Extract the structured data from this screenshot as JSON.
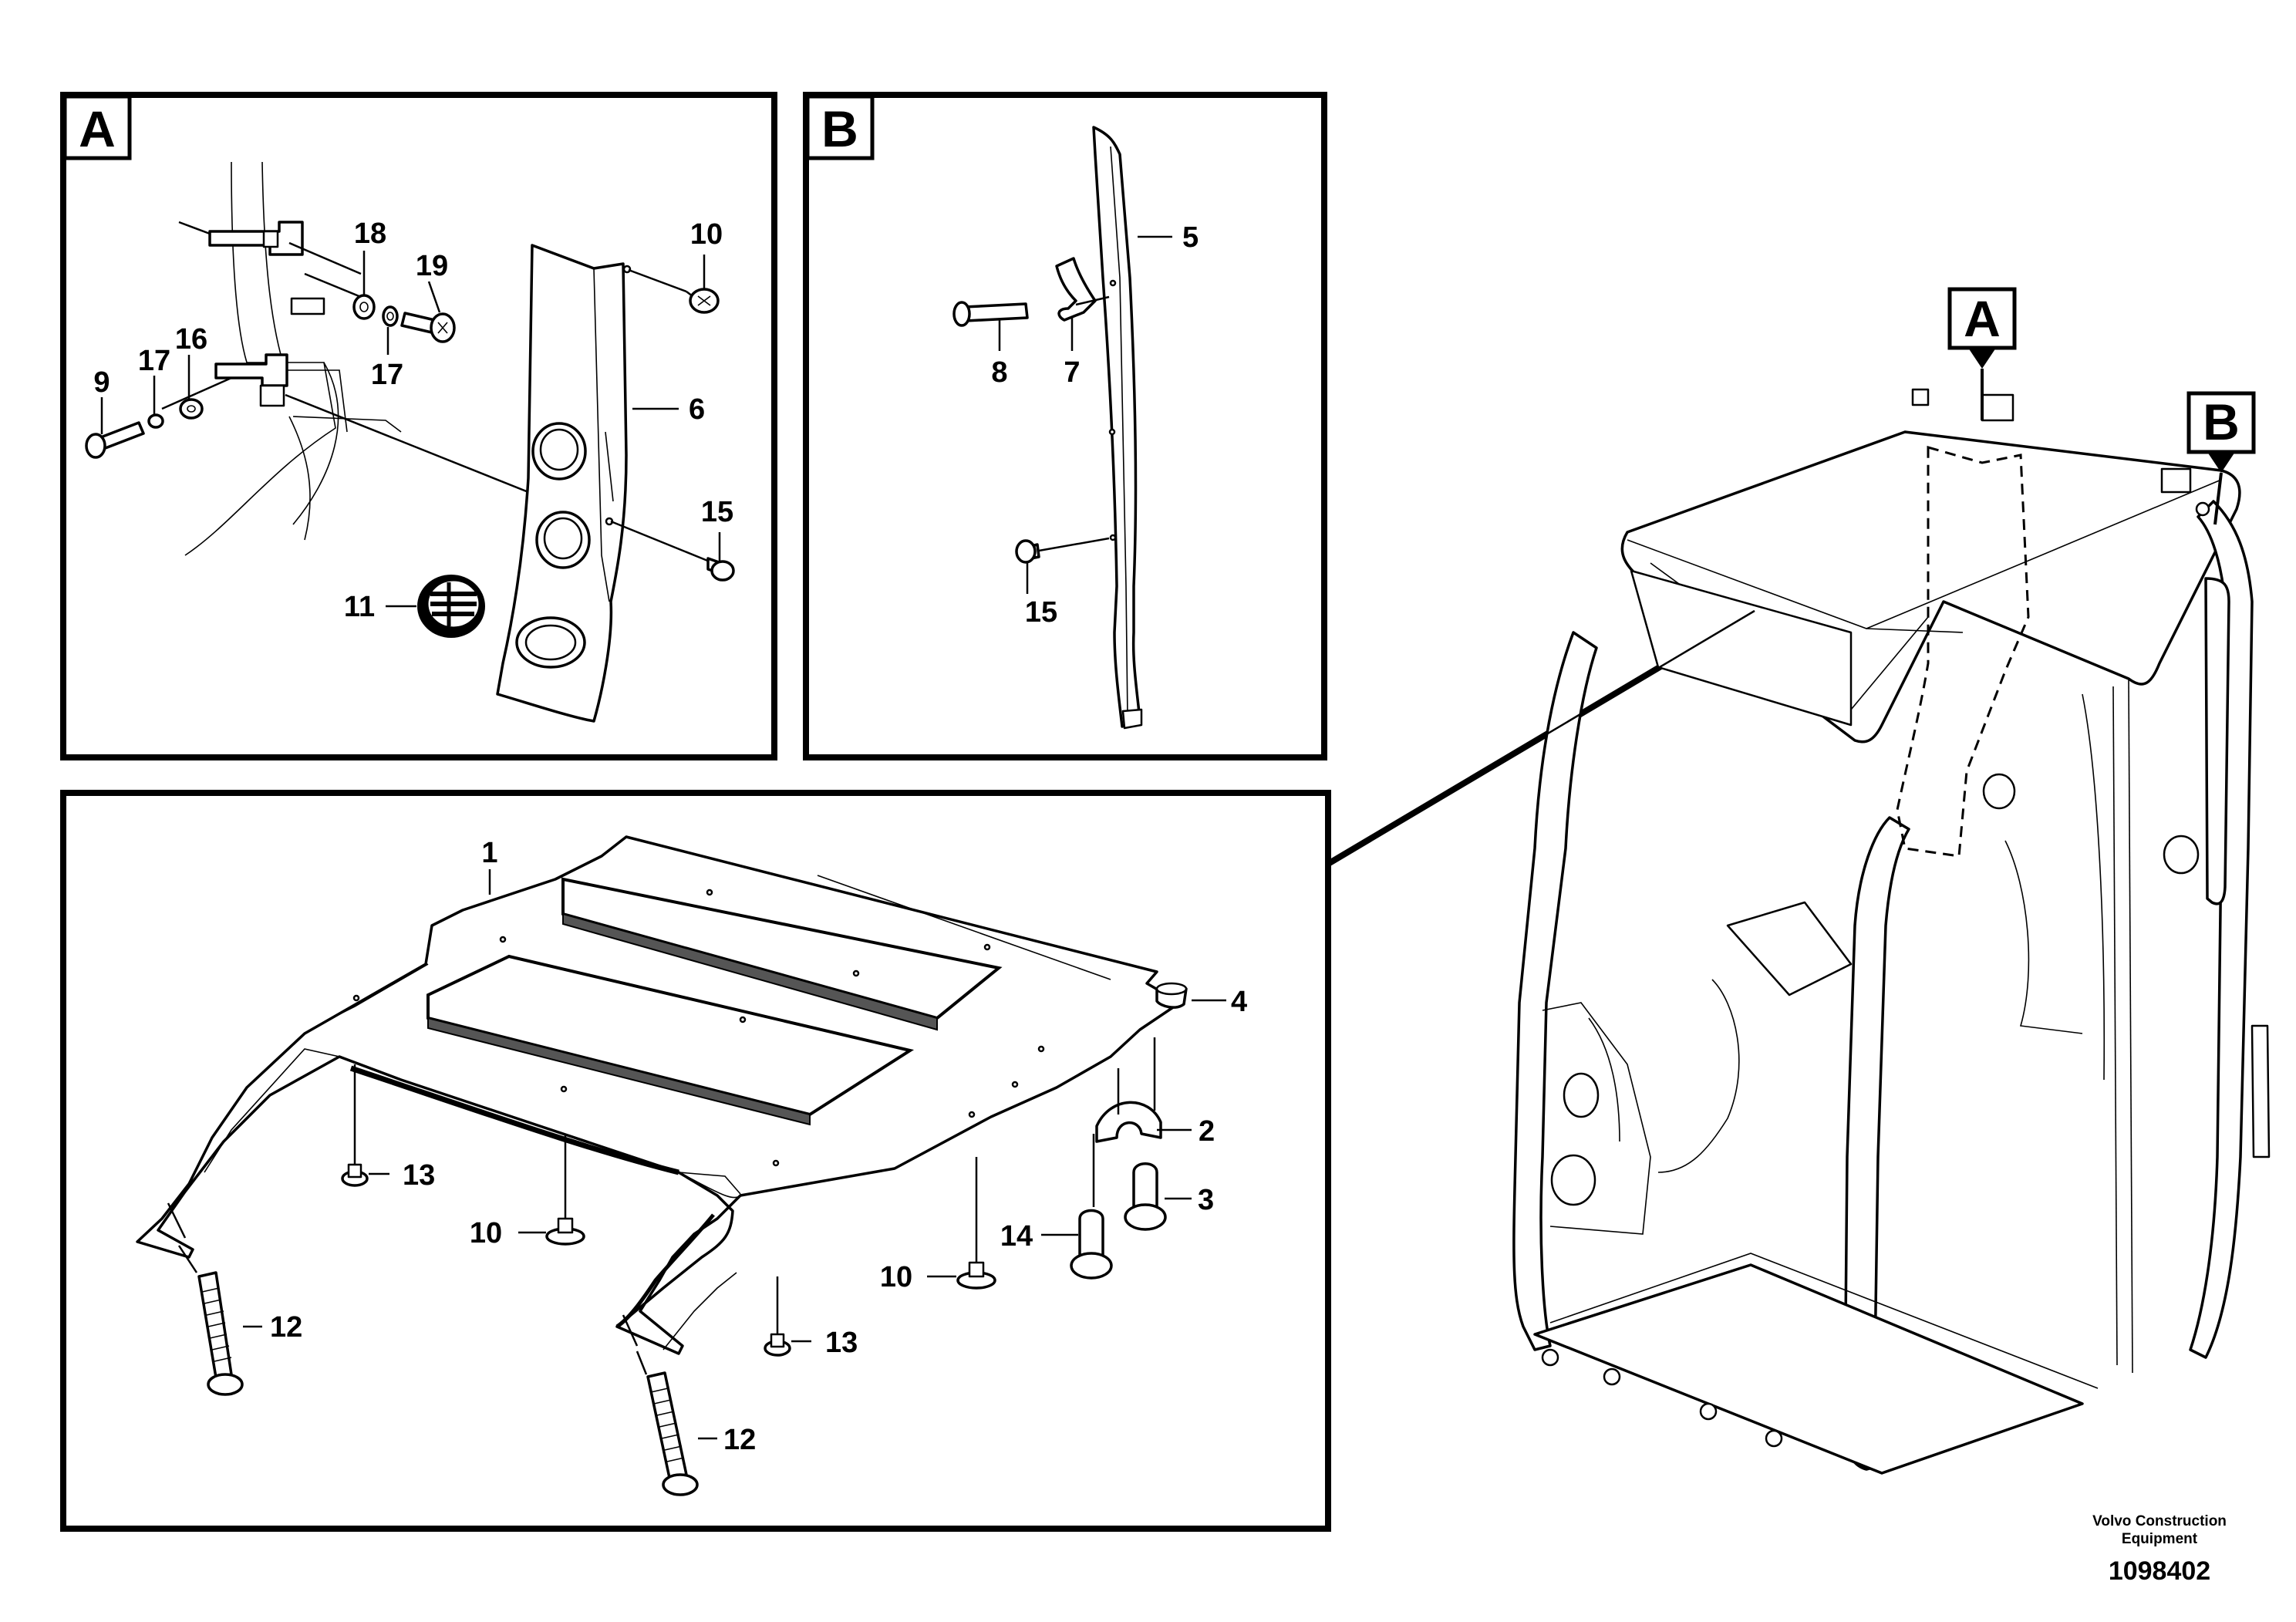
{
  "detail_a": {
    "badge": "A"
  },
  "detail_b": {
    "badge": "B"
  },
  "cab_markers": {
    "a": "A",
    "b": "B"
  },
  "callouts": {
    "a_18": "18",
    "a_19": "19",
    "a_17_upper": "17",
    "a_17_left": "17",
    "a_16": "16",
    "a_9": "9",
    "a_10": "10",
    "a_6": "6",
    "a_15": "15",
    "a_11": "11",
    "b_5": "5",
    "b_8": "8",
    "b_7": "7",
    "b_15": "15",
    "m_1": "1",
    "m_4": "4",
    "m_2": "2",
    "m_3": "3",
    "m_14": "14",
    "m_13_left": "13",
    "m_13_right": "13",
    "m_10_left": "10",
    "m_10_right": "10",
    "m_12_left": "12",
    "m_12_right": "12"
  },
  "credit": {
    "line1": "Volvo Construction",
    "line2": "Equipment"
  },
  "document_number": "1098402"
}
